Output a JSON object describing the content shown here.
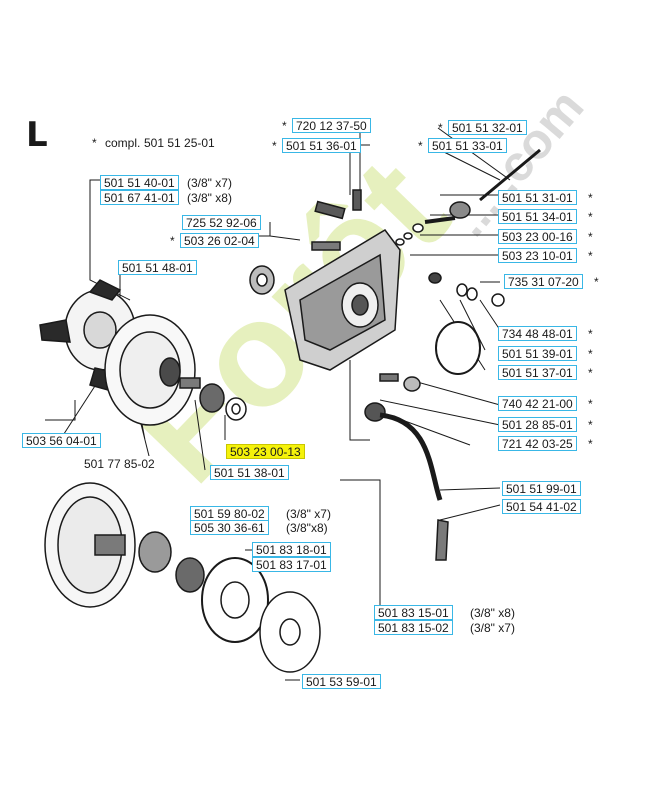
{
  "diagram": {
    "section_letter": "L",
    "compl": {
      "marker": "*",
      "prefix": "compl.",
      "part": "501 51 25-01"
    },
    "parts": {
      "p72012": "720 12 37-50",
      "p50151_36": "501 51 36-01",
      "p50151_32": "501 51 32-01",
      "p50151_33": "501 51 33-01",
      "p50151_40": "501 51 40-01",
      "p50167_41": "501 67 41-01",
      "p72552": "725 52 92-06",
      "p50326": "503 26 02-04",
      "p50151_48": "501 51 48-01",
      "p50151_31": "501 51 31-01",
      "p50151_34": "501 51 34-01",
      "p50323_16": "503 23 00-16",
      "p50323_10": "503 23 10-01",
      "p73531": "735 31 07-20",
      "p73448": "734 48 48-01",
      "p50151_39": "501 51 39-01",
      "p50151_37": "501 51 37-01",
      "p74042": "740 42 21-00",
      "p50128": "501 28 85-01",
      "p72142": "721 42 03-25",
      "p50356": "503 56 04-01",
      "p50323_13": "503 23 00-13",
      "p50177": "501 77 85-02",
      "p50151_38": "501 51 38-01",
      "p50151_99": "501 51 99-01",
      "p50154": "501 54 41-02",
      "p50159": "501 59 80-02",
      "p50530": "505 30 36-61",
      "p50183_18": "501 83 18-01",
      "p50183_17": "501 83 17-01",
      "p50183_15_01": "501 83 15-01",
      "p50183_15_02": "501 83 15-02",
      "p50153": "501 53 59-01"
    },
    "notes": {
      "n3x7": "(3/8\" x7)",
      "n3x8": "(3/8\" x8)",
      "n3x8b": "(3/8\"x8)",
      "n3x8c": "(3/8\" x8)",
      "n3x7b": "(3/8\" x7)",
      "n3x7c": "(3/8\"x7)",
      "n3x8d": "(3/8\" x8)"
    },
    "markers": {
      "asterisk": "*"
    },
    "watermark": {
      "main": "Forêt",
      "tail": "... .com"
    }
  }
}
